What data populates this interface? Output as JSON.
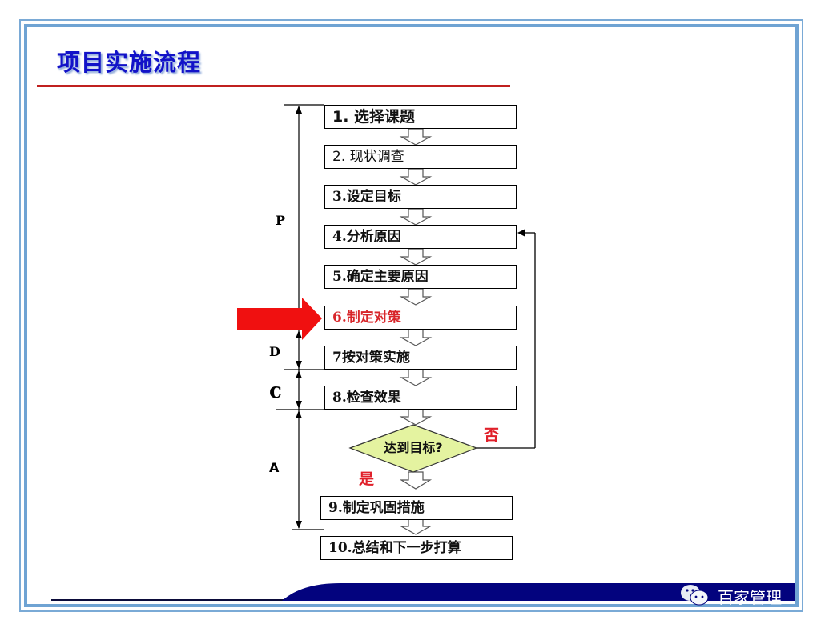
{
  "slide": {
    "title": "项目实施流程",
    "colors": {
      "title": "#1212c8",
      "rule": "#c0201f",
      "frame": "#6fa3d3",
      "footer_band": "#03037e",
      "highlight": "#d8262a",
      "decision_fill": "#e4f3a0",
      "red_arrow": "#f01010"
    }
  },
  "flow": {
    "steps": [
      {
        "label": "1. 选择课题"
      },
      {
        "label": "2. 现状调查"
      },
      {
        "label": "3.设定目标"
      },
      {
        "label": "4.分析原因"
      },
      {
        "label": "5.确定主要原因"
      },
      {
        "label": "6.制定对策"
      },
      {
        "label": "7按对策实施"
      },
      {
        "label": "8.检查效果"
      },
      {
        "label": "9.制定巩固措施"
      },
      {
        "label": "10.总结和下一步打算"
      }
    ],
    "decision": {
      "label": "达到目标?",
      "yes": "是",
      "no": "否"
    },
    "current_step_indicator": "red-arrow-pointing-to-step-6"
  },
  "phases": {
    "p": "P",
    "d": "D",
    "c": "c",
    "a": "A"
  },
  "footer": {
    "brand": "百家管理",
    "icon": "wechat-icon"
  }
}
